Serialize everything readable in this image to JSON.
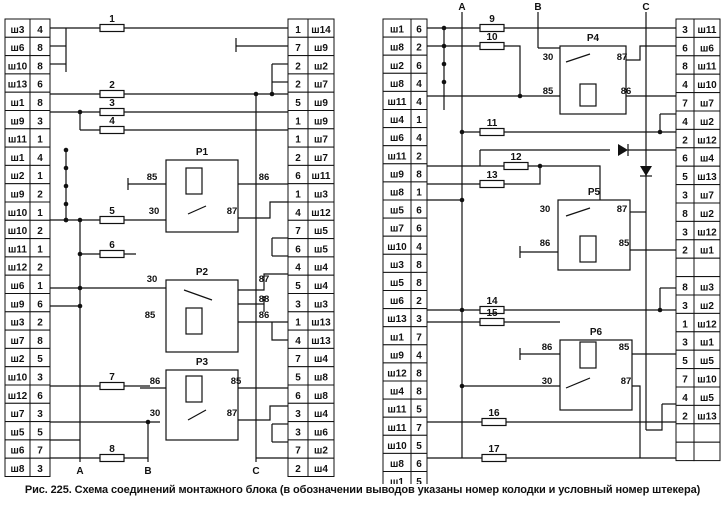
{
  "caption": "Рис. 225. Схема соединений монтажного блока (в обозначении выводов указаны номер колодки и условный номер штекера)",
  "bus_labels": [
    "A",
    "B",
    "C"
  ],
  "left_block": {
    "left_pins": [
      [
        "ш3",
        "4"
      ],
      [
        "ш6",
        "8"
      ],
      [
        "ш10",
        "8"
      ],
      [
        "ш13",
        "6"
      ],
      [
        "ш1",
        "8"
      ],
      [
        "ш9",
        "3"
      ],
      [
        "ш11",
        "1"
      ],
      [
        "ш1",
        "4"
      ],
      [
        "ш2",
        "1"
      ],
      [
        "ш9",
        "2"
      ],
      [
        "ш10",
        "1"
      ],
      [
        "ш10",
        "2"
      ],
      [
        "ш11",
        "1"
      ],
      [
        "ш12",
        "2"
      ],
      [
        "ш6",
        "1"
      ],
      [
        "ш9",
        "6"
      ],
      [
        "ш3",
        "2"
      ],
      [
        "ш7",
        "8"
      ],
      [
        "ш2",
        "5"
      ],
      [
        "ш10",
        "3"
      ],
      [
        "ш12",
        "6"
      ],
      [
        "ш7",
        "3"
      ],
      [
        "ш5",
        "5"
      ],
      [
        "ш6",
        "7"
      ],
      [
        "ш8",
        "3"
      ]
    ],
    "right_pins": [
      [
        "1",
        "ш14"
      ],
      [
        "7",
        "ш9"
      ],
      [
        "2",
        "ш2"
      ],
      [
        "2",
        "ш7"
      ],
      [
        "5",
        "ш9"
      ],
      [
        "1",
        "ш9"
      ],
      [
        "1",
        "ш7"
      ],
      [
        "2",
        "ш7"
      ],
      [
        "6",
        "ш11"
      ],
      [
        "1",
        "ш3"
      ],
      [
        "4",
        "ш12"
      ],
      [
        "7",
        "ш5"
      ],
      [
        "6",
        "ш5"
      ],
      [
        "4",
        "ш4"
      ],
      [
        "5",
        "ш4"
      ],
      [
        "3",
        "ш3"
      ],
      [
        "1",
        "ш13"
      ],
      [
        "4",
        "ш13"
      ],
      [
        "7",
        "ш4"
      ],
      [
        "5",
        "ш8"
      ],
      [
        "6",
        "ш8"
      ],
      [
        "3",
        "ш4"
      ],
      [
        "3",
        "ш6"
      ],
      [
        "7",
        "ш2"
      ],
      [
        "2",
        "ш4"
      ]
    ],
    "fuses": [
      "1",
      "2",
      "3",
      "4",
      "5",
      "6",
      "7",
      "8"
    ],
    "relays": [
      {
        "name": "Р1",
        "pins": [
          "85",
          "86",
          "30",
          "87"
        ]
      },
      {
        "name": "Р2",
        "pins": [
          "30",
          "87",
          "88",
          "85",
          "86"
        ]
      },
      {
        "name": "Р3",
        "pins": [
          "86",
          "85",
          "30",
          "87"
        ]
      }
    ]
  },
  "right_block": {
    "left_pins": [
      [
        "ш1",
        "6"
      ],
      [
        "ш8",
        "2"
      ],
      [
        "ш2",
        "6"
      ],
      [
        "ш8",
        "4"
      ],
      [
        "ш11",
        "4"
      ],
      [
        "ш4",
        "1"
      ],
      [
        "ш6",
        "4"
      ],
      [
        "ш11",
        "2"
      ],
      [
        "ш9",
        "8"
      ],
      [
        "ш8",
        "1"
      ],
      [
        "ш5",
        "6"
      ],
      [
        "ш7",
        "6"
      ],
      [
        "ш10",
        "4"
      ],
      [
        "ш3",
        "8"
      ],
      [
        "ш5",
        "8"
      ],
      [
        "ш6",
        "2"
      ],
      [
        "ш13",
        "3"
      ],
      [
        "ш1",
        "7"
      ],
      [
        "ш9",
        "4"
      ],
      [
        "ш12",
        "8"
      ],
      [
        "ш4",
        "8"
      ],
      [
        "ш11",
        "5"
      ],
      [
        "ш11",
        "7"
      ],
      [
        "ш10",
        "5"
      ],
      [
        "ш8",
        "6"
      ],
      [
        "ш1",
        "5"
      ]
    ],
    "right_pins": [
      [
        "3",
        "ш11"
      ],
      [
        "6",
        "ш6"
      ],
      [
        "8",
        "ш11"
      ],
      [
        "4",
        "ш10"
      ],
      [
        "7",
        "ш7"
      ],
      [
        "4",
        "ш2"
      ],
      [
        "2",
        "ш12"
      ],
      [
        "6",
        "ш4"
      ],
      [
        "5",
        "ш13"
      ],
      [
        "3",
        "ш7"
      ],
      [
        "8",
        "ш2"
      ],
      [
        "3",
        "ш12"
      ],
      [
        "2",
        "ш1"
      ],
      [
        "",
        ""
      ],
      [
        "8",
        "ш3"
      ],
      [
        "3",
        "ш2"
      ],
      [
        "1",
        "ш12"
      ],
      [
        "3",
        "ш1"
      ],
      [
        "5",
        "ш5"
      ],
      [
        "7",
        "ш10"
      ],
      [
        "4",
        "ш5"
      ],
      [
        "2",
        "ш13"
      ],
      [
        "",
        ""
      ],
      [
        "",
        ""
      ]
    ],
    "fuses": [
      "9",
      "10",
      "11",
      "12",
      "13",
      "14",
      "15",
      "16",
      "17"
    ],
    "relays": [
      {
        "name": "Р4",
        "pins": [
          "30",
          "87",
          "85",
          "86"
        ]
      },
      {
        "name": "Р5",
        "pins": [
          "30",
          "87",
          "86",
          "85"
        ]
      },
      {
        "name": "Р6",
        "pins": [
          "86",
          "85",
          "30",
          "87"
        ]
      }
    ]
  }
}
